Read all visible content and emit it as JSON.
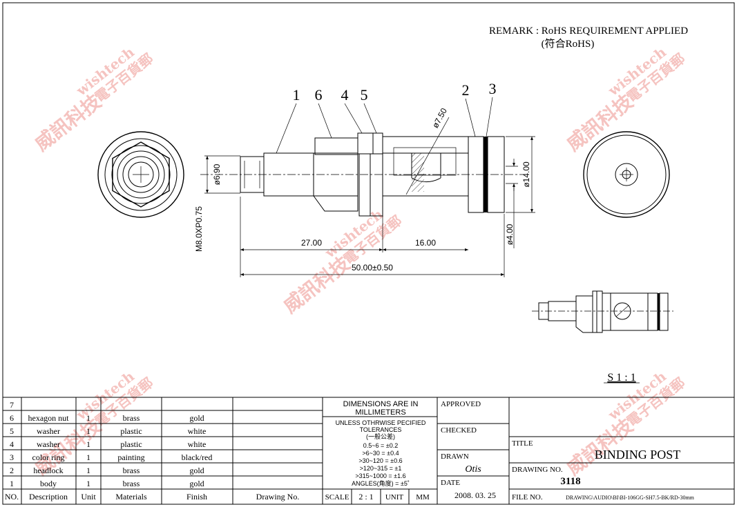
{
  "remark": {
    "line1": "REMARK : RoHS REQUIREMENT APPLIED",
    "line2": "(符合RoHS)"
  },
  "balloons": [
    "1",
    "6",
    "4",
    "5",
    "2",
    "3"
  ],
  "dimensions": {
    "d_6_90": "ø6.90",
    "thread": "M8.0XP0.75",
    "d_7_50": "ø7.50",
    "d_14_00": "ø14.00",
    "d_4_00": "ø4.00",
    "len_27": "27.00",
    "len_16": "16.00",
    "len_50": "50.00±0.50"
  },
  "scale_note": "S 1 : 1",
  "watermark": {
    "brand": "wishtech",
    "cn_line1": "威訊科技",
    "cn_line2": "電子百貨郵"
  },
  "parts_table": {
    "headers": [
      "NO.",
      "Description",
      "Unit",
      "Materials",
      "Finish",
      "Drawing No."
    ],
    "rows": [
      {
        "no": "7",
        "description": "",
        "unit": "",
        "materials": "",
        "finish": ""
      },
      {
        "no": "6",
        "description": "hexagon nut",
        "unit": "1",
        "materials": "brass",
        "finish": "gold"
      },
      {
        "no": "5",
        "description": "washer",
        "unit": "1",
        "materials": "plastic",
        "finish": "white"
      },
      {
        "no": "4",
        "description": "washer",
        "unit": "1",
        "materials": "plastic",
        "finish": "white"
      },
      {
        "no": "3",
        "description": "color ring",
        "unit": "1",
        "materials": "painting",
        "finish": "black/red"
      },
      {
        "no": "2",
        "description": "headlock",
        "unit": "1",
        "materials": "brass",
        "finish": "gold"
      },
      {
        "no": "1",
        "description": "body",
        "unit": "1",
        "materials": "brass",
        "finish": "gold"
      }
    ]
  },
  "tolerance_block": {
    "title1": "DIMENSIONS ARE IN",
    "title2": "MILLIMETERS",
    "unless": "UNLESS OTHRWISE PECIFIED",
    "tolerances": "TOLERANCES",
    "general": "(一般公差)",
    "lines": [
      "0.5~6 = ±0.2",
      ">6~30 = ±0.4",
      ">30~120 = ±0.6",
      ">120~315 = ±1",
      ">315~1000 = ±1.6",
      "ANGLES(角度) = ±5˚"
    ],
    "scale_label": "SCALE",
    "scale_value": "2 : 1",
    "unit_label": "UNIT",
    "unit_value": "MM"
  },
  "approval": {
    "approved_label": "APPROVED",
    "checked_label": "CHECKED",
    "drawn_label": "DRAWN",
    "drawn_value": "Otis",
    "date_label": "DATE",
    "date_value": "2008. 03. 25"
  },
  "title_block": {
    "title_label": "TITLE",
    "title_value": "BINDING POST",
    "drawing_no_label": "DRAWING NO.",
    "drawing_no_value": "3118",
    "file_no_label": "FILE NO.",
    "file_no_value": "DRAWING\\AUDIO\\BI\\BI-106GG-SH7.5-BK/RD-30mm"
  }
}
